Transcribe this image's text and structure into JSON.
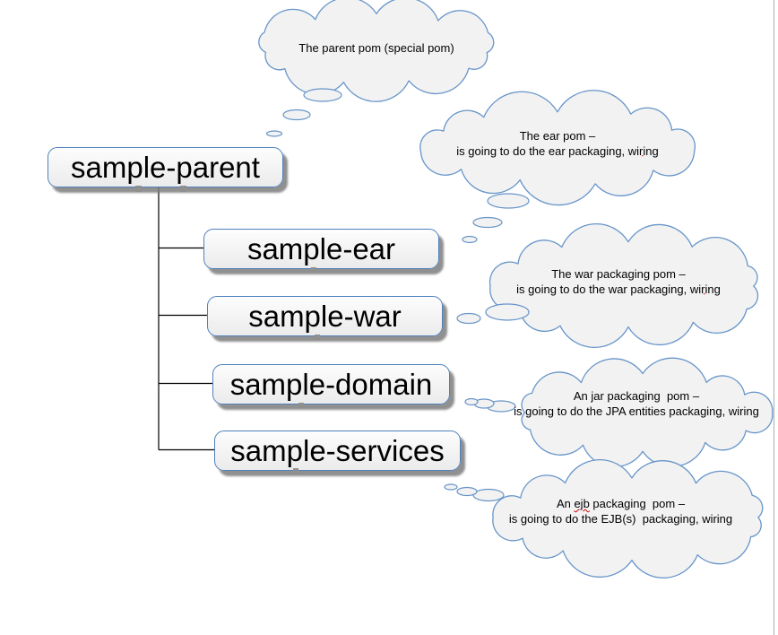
{
  "colors": {
    "box_border": "#4f81bd",
    "cloud_stroke": "#6795c9",
    "cloud_fill": "#f2f2f2",
    "connector": "#000000",
    "squiggle_red": "#d40000"
  },
  "boxes": {
    "parent": {
      "label": "sample-parent"
    },
    "ear": {
      "label": "sample-ear"
    },
    "war": {
      "label": "sample-war"
    },
    "domain": {
      "label": "sample-domain"
    },
    "services": {
      "label": "sample-services"
    }
  },
  "clouds": {
    "parent": {
      "line1": "The parent pom (special pom)"
    },
    "ear": {
      "line1": "The ear pom –",
      "line2_pre": "is going to do the ear packaging, ",
      "line2_red": "wiring"
    },
    "war": {
      "line1": "The war packaging pom –",
      "line2_pre": "is going to do the war packaging, ",
      "line2_red": "wiring"
    },
    "domain": {
      "line1": "An jar packaging  pom –",
      "line2": "is going to do the JPA entities packaging, wiring"
    },
    "services": {
      "line1_pre": "An ",
      "line1_red": "ejb",
      "line1_post": " packaging  pom –",
      "line2": "is going to do the EJB(s)  packaging, wiring"
    }
  }
}
